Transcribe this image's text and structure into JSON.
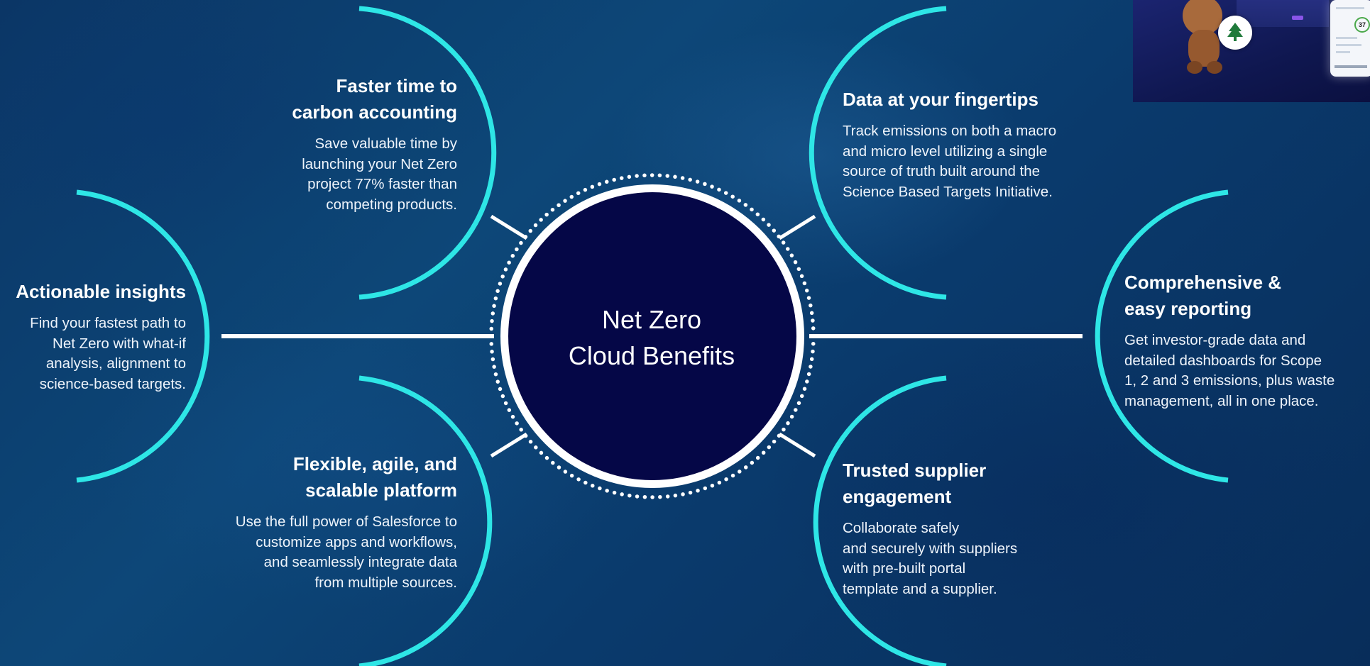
{
  "center": {
    "line1": "Net Zero",
    "line2": "Cloud Benefits"
  },
  "benefits": [
    {
      "title_lines": [
        "Faster time to",
        "carbon accounting"
      ],
      "body_lines": [
        "Save valuable time by",
        "launching your Net Zero",
        "project 77% faster than",
        "competing products."
      ]
    },
    {
      "title_lines": [
        "Actionable insights"
      ],
      "body_lines": [
        "Find your fastest path to",
        "Net Zero with what-if",
        "analysis, alignment to",
        "science-based targets."
      ]
    },
    {
      "title_lines": [
        "Flexible, agile, and",
        "scalable platform"
      ],
      "body_lines": [
        "Use the full power of Salesforce to",
        "customize apps and workflows,",
        "and seamlessly integrate data",
        "from multiple sources."
      ]
    },
    {
      "title_lines": [
        "Data at your fingertips"
      ],
      "body_lines": [
        "Track emissions on both a macro",
        "and micro level utilizing a single",
        "source of truth built around the",
        "Science Based Targets Initiative."
      ]
    },
    {
      "title_lines": [
        "Comprehensive &",
        "easy reporting"
      ],
      "body_lines": [
        "Get investor-grade data and",
        "detailed dashboards for Scope",
        "1, 2 and 3 emissions, plus waste",
        "management, all in one place."
      ]
    },
    {
      "title_lines": [
        "Trusted supplier",
        "engagement"
      ],
      "body_lines": [
        "Collaborate safely",
        "and securely with suppliers",
        "with pre-built portal",
        "template and a supplier."
      ]
    }
  ],
  "inset": {
    "score": "37"
  },
  "colors": {
    "accent_cyan": "#2ee6e6",
    "center_navy": "#050747",
    "text": "#ffffff"
  }
}
